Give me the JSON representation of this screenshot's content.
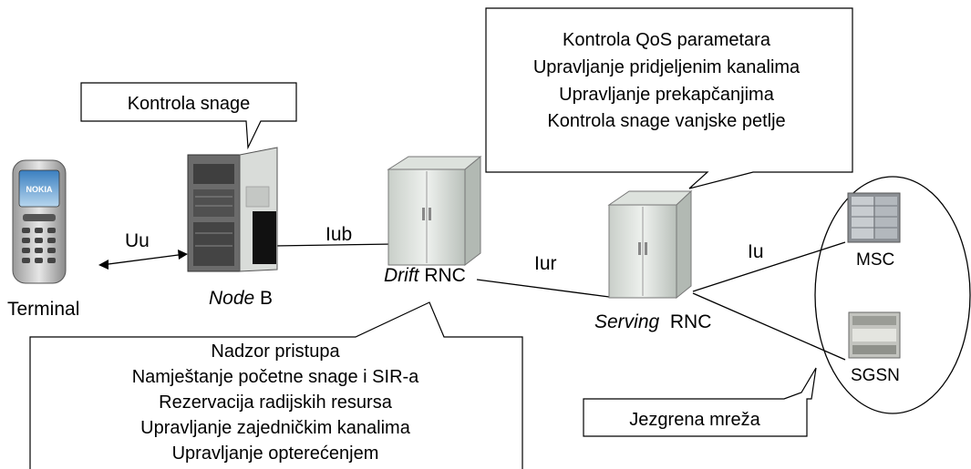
{
  "nodes": {
    "terminal": "Terminal",
    "node_b": {
      "italic": "Node",
      "rest": " B"
    },
    "drift_rnc": {
      "italic": "Drift",
      "rest": " RNC"
    },
    "serving_rnc": {
      "italic": "Serving",
      "rest": "  RNC"
    },
    "msc": "MSC",
    "sgsn": "SGSN",
    "phone_brand": "NOKIA"
  },
  "interfaces": {
    "uu": "Uu",
    "iub": "Iub",
    "iur": "Iur",
    "iu": "Iu"
  },
  "callouts": {
    "node_b": "Kontrola snage",
    "serving_rnc": [
      "Kontrola QoS parametara",
      "Upravljanje pridjeljenim kanalima",
      "Upravljanje prekapčanjima",
      "Kontrola snage vanjske petlje"
    ],
    "drift_rnc": [
      "Nadzor pristupa",
      "Namještanje početne snage i SIR-a",
      "Rezervacija radijskih resursa",
      "Upravljanje zajedničkim kanalima",
      "Upravljanje opterećenjem"
    ],
    "core": "Jezgrena mreža"
  }
}
